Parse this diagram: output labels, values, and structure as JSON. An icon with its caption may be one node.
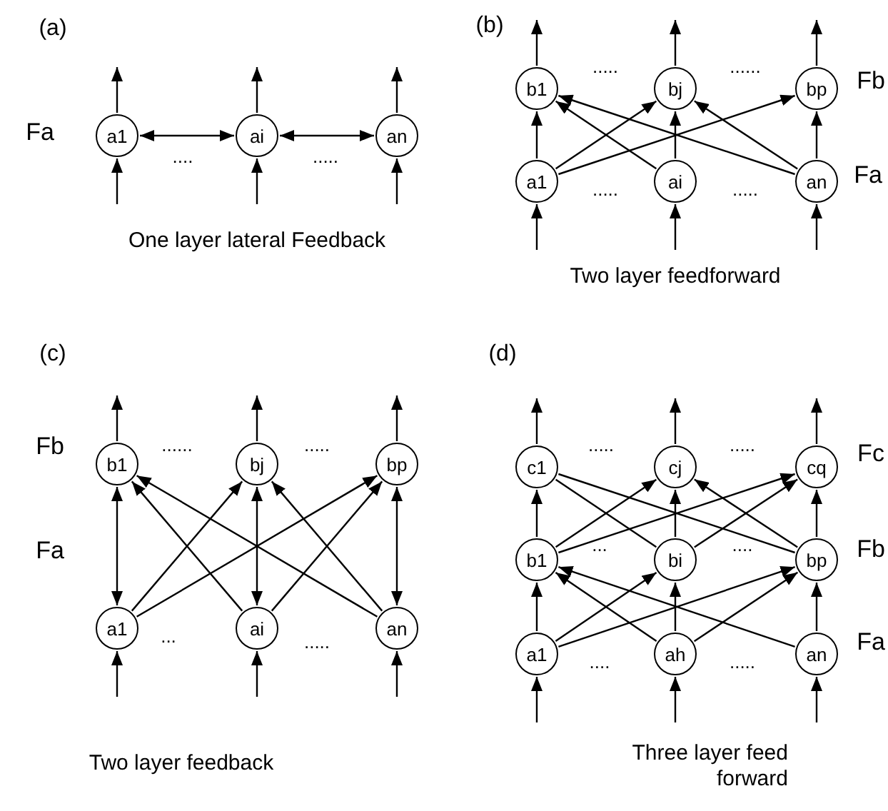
{
  "diagram": {
    "nodes": [
      {
        "text": [
          "a1"
        ]
      },
      {
        "text": [
          "ai"
        ]
      },
      {
        "text": [
          "an"
        ]
      },
      {
        "text": [
          "b1"
        ]
      },
      {
        "text": [
          "bj"
        ]
      },
      {
        "text": [
          "bp"
        ]
      },
      {
        "text": [
          "a1"
        ]
      },
      {
        "text": [
          "ai"
        ]
      },
      {
        "text": [
          "an"
        ]
      },
      {
        "text": [
          "b1"
        ]
      },
      {
        "text": [
          "bj"
        ]
      },
      {
        "text": [
          "bp"
        ]
      },
      {
        "text": [
          "a1"
        ]
      },
      {
        "text": [
          "ai"
        ]
      },
      {
        "text": [
          "an"
        ]
      },
      {
        "text": [
          "c1"
        ]
      },
      {
        "text": [
          "cj"
        ]
      },
      {
        "text": [
          "cq"
        ]
      },
      {
        "text": [
          "b1"
        ]
      },
      {
        "text": [
          "bi"
        ]
      },
      {
        "text": [
          "bp"
        ]
      },
      {
        "text": [
          "a1"
        ]
      },
      {
        "text": [
          "ah"
        ]
      },
      {
        "text": [
          "an"
        ]
      }
    ],
    "edges": [
      {
        "from": null,
        "to": 0,
        "arrow": "to"
      },
      {
        "from": null,
        "to": 1,
        "arrow": "to"
      },
      {
        "from": null,
        "to": 2,
        "arrow": "to"
      },
      {
        "from": 0,
        "to": null,
        "arrow": "to"
      },
      {
        "from": 1,
        "to": null,
        "arrow": "to"
      },
      {
        "from": 2,
        "to": null,
        "arrow": "to"
      },
      {
        "from": 0,
        "to": 1,
        "arrow": "both"
      },
      {
        "from": 1,
        "to": 2,
        "arrow": "both"
      },
      {
        "from": 3,
        "to": null,
        "arrow": "to"
      },
      {
        "from": 4,
        "to": null,
        "arrow": "to"
      },
      {
        "from": 5,
        "to": null,
        "arrow": "to"
      },
      {
        "from": null,
        "to": 6,
        "arrow": "to"
      },
      {
        "from": null,
        "to": 7,
        "arrow": "to"
      },
      {
        "from": null,
        "to": 8,
        "arrow": "to"
      },
      {
        "from": 6,
        "to": 3,
        "arrow": "to"
      },
      {
        "from": 7,
        "to": 4,
        "arrow": "to"
      },
      {
        "from": 8,
        "to": 5,
        "arrow": "to"
      },
      {
        "from": 6,
        "to": 4,
        "arrow": "to"
      },
      {
        "from": 6,
        "to": 5,
        "arrow": "to"
      },
      {
        "from": 7,
        "to": 3,
        "arrow": "to"
      },
      {
        "from": 8,
        "to": 3,
        "arrow": "to"
      },
      {
        "from": 8,
        "to": 4,
        "arrow": "to"
      },
      {
        "from": 9,
        "to": null,
        "arrow": "to"
      },
      {
        "from": 10,
        "to": null,
        "arrow": "to"
      },
      {
        "from": 11,
        "to": null,
        "arrow": "to"
      },
      {
        "from": null,
        "to": 12,
        "arrow": "to"
      },
      {
        "from": null,
        "to": 13,
        "arrow": "to"
      },
      {
        "from": null,
        "to": 14,
        "arrow": "to"
      },
      {
        "from": 12,
        "to": 9,
        "arrow": "both"
      },
      {
        "from": 13,
        "to": 10,
        "arrow": "both"
      },
      {
        "from": 14,
        "to": 11,
        "arrow": "both"
      },
      {
        "from": 12,
        "to": 10,
        "arrow": "to"
      },
      {
        "from": 12,
        "to": 11,
        "arrow": "to"
      },
      {
        "from": 13,
        "to": 9,
        "arrow": "to"
      },
      {
        "from": 13,
        "to": 11,
        "arrow": "to"
      },
      {
        "from": 14,
        "to": 9,
        "arrow": "to"
      },
      {
        "from": 14,
        "to": 10,
        "arrow": "to"
      },
      {
        "from": 15,
        "to": null,
        "arrow": "to"
      },
      {
        "from": 16,
        "to": null,
        "arrow": "to"
      },
      {
        "from": 17,
        "to": null,
        "arrow": "to"
      },
      {
        "from": 18,
        "to": 15,
        "arrow": "to"
      },
      {
        "from": 19,
        "to": 16,
        "arrow": "to"
      },
      {
        "from": 20,
        "to": 17,
        "arrow": "to"
      },
      {
        "from": 18,
        "to": 16,
        "arrow": "to"
      },
      {
        "from": 18,
        "to": 17,
        "arrow": "to"
      },
      {
        "from": 19,
        "to": 17,
        "arrow": "to"
      },
      {
        "from": 20,
        "to": 16,
        "arrow": "to"
      },
      {
        "from": 15,
        "to": 19,
        "arrow": "none"
      },
      {
        "from": 15,
        "to": 20,
        "arrow": "none"
      },
      {
        "from": null,
        "to": 21,
        "arrow": "to"
      },
      {
        "from": null,
        "to": 22,
        "arrow": "to"
      },
      {
        "from": null,
        "to": 23,
        "arrow": "to"
      },
      {
        "from": 21,
        "to": 18,
        "arrow": "to"
      },
      {
        "from": 22,
        "to": 19,
        "arrow": "to"
      },
      {
        "from": 23,
        "to": 20,
        "arrow": "to"
      },
      {
        "from": 21,
        "to": 19,
        "arrow": "to"
      },
      {
        "from": 21,
        "to": 20,
        "arrow": "to"
      },
      {
        "from": 22,
        "to": 18,
        "arrow": "to"
      },
      {
        "from": 22,
        "to": 20,
        "arrow": "to"
      },
      {
        "from": 23,
        "to": 18,
        "arrow": "to"
      }
    ],
    "labels": [
      "(a)",
      "Fa",
      "....",
      ".....",
      "One layer lateral Feedback",
      "(b)",
      ".....",
      "......",
      "Fb",
      ".....",
      ".....",
      "Fa",
      "Two layer feedforward",
      "(c)",
      "Fb",
      "......",
      ".....",
      "Fa",
      "...",
      ".....",
      "Two layer feedback",
      "(d)",
      ".....",
      ".....",
      "Fc",
      "...",
      "....",
      "Fb",
      "Fa",
      "....",
      ".....",
      "Three layer feed forward"
    ]
  }
}
